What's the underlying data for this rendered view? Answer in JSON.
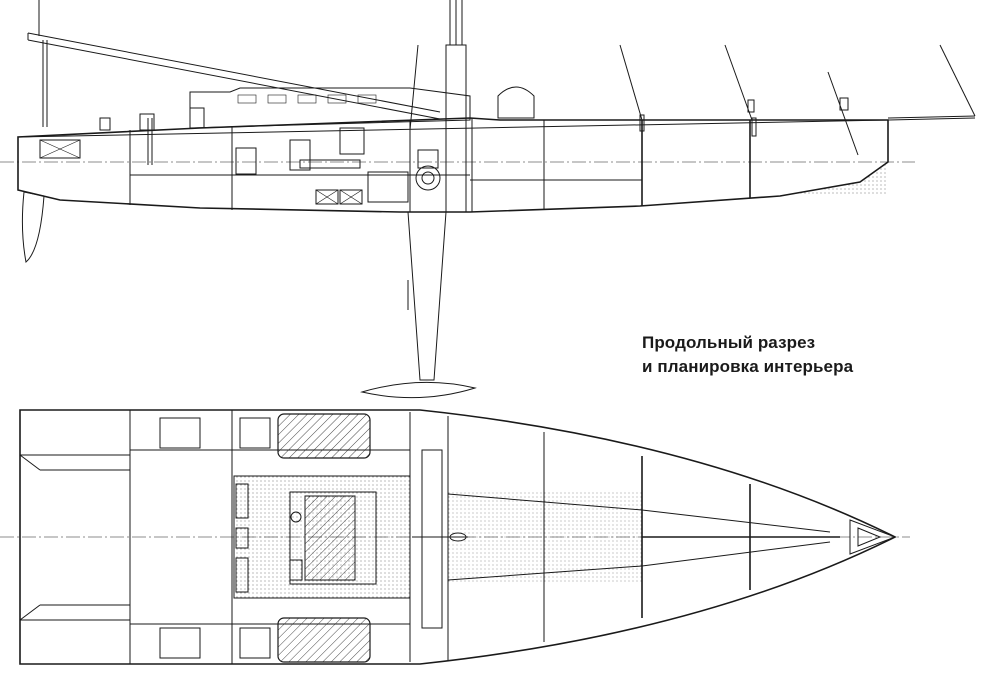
{
  "caption": {
    "line1": "Продольный разрез",
    "line2": "и планировка интерьера"
  },
  "colors": {
    "ink": "#1a1a1a",
    "paper": "#ffffff"
  },
  "views": [
    "side-elevation",
    "interior-plan"
  ]
}
